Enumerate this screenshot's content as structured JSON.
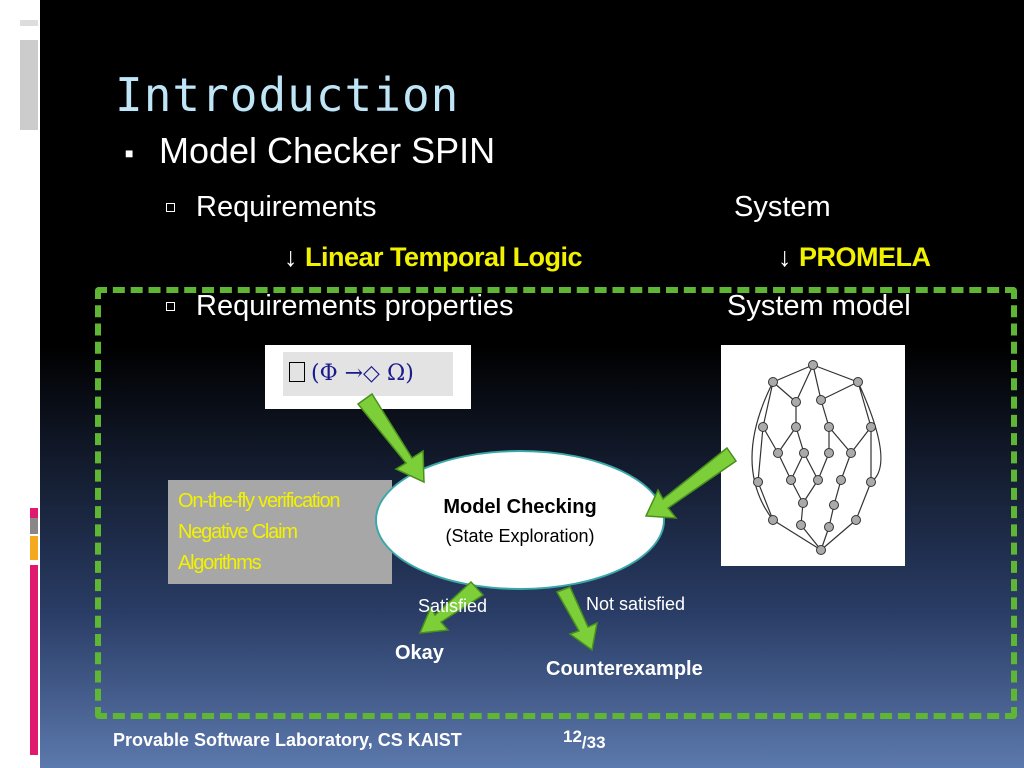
{
  "slide": {
    "title": "Introduction",
    "bullet": "Model Checker SPIN",
    "requirements": "Requirements",
    "system": "System",
    "arrow_symbol": "↓",
    "ltl": "Linear Temporal Logic",
    "promela": "PROMELA",
    "req_props": "Requirements properties",
    "system_model": "System model",
    "formula": "(Φ →◇ Ω)",
    "side_note": [
      "On-the-fly verification",
      "Negative Claim",
      "Algorithms"
    ],
    "center_title": "Model Checking",
    "center_sub": "(State Exploration)",
    "satisfied": "Satisfied",
    "not_satisfied": "Not satisfied",
    "okay": "Okay",
    "counterexample": "Counterexample",
    "footer": "Provable Software Laboratory, CS KAIST",
    "page_num": "12",
    "page_total": "/33"
  },
  "colors": {
    "title": "#bfe6f7",
    "highlight": "#f2f200",
    "arrow": "#7dcf3a",
    "dash": "#5fb534"
  }
}
